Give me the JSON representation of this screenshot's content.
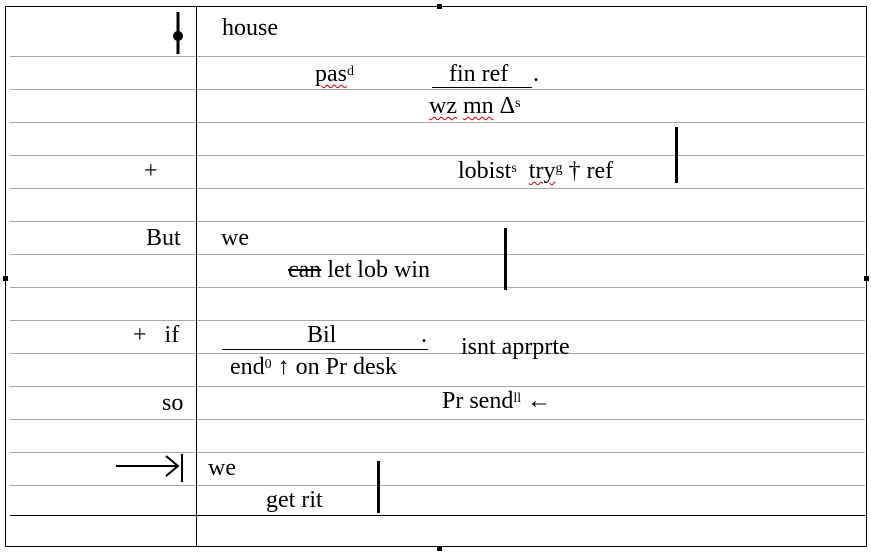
{
  "rows": {
    "house": "house",
    "pas": "pas",
    "pas_sup": "d",
    "fin_ref": "fin ref",
    "fin_ref_dot": ".",
    "wz": "wz",
    "mn": "mn",
    "delta": "Δ",
    "delta_sup": "s",
    "plus1": "+",
    "lobist": "lobist",
    "lobist_sup": "s",
    "try": "try",
    "try_sup": "g",
    "dagger_ref": "† ref",
    "but": "But",
    "we1": "we",
    "can": "can",
    "let_lob_win": "let lob win",
    "plus_if": "+   if",
    "bil": "Bil",
    "bil_dot": ".",
    "isnt": "isnt aprprte",
    "end": "end",
    "end_sup": "0",
    "on_pr_desk": "↑ on Pr desk",
    "so": "so",
    "pr_send": "Pr send",
    "pr_send_sup": "ll",
    "pr_send_arrow": "←",
    "we2": "we",
    "get_rit": "get rit"
  }
}
